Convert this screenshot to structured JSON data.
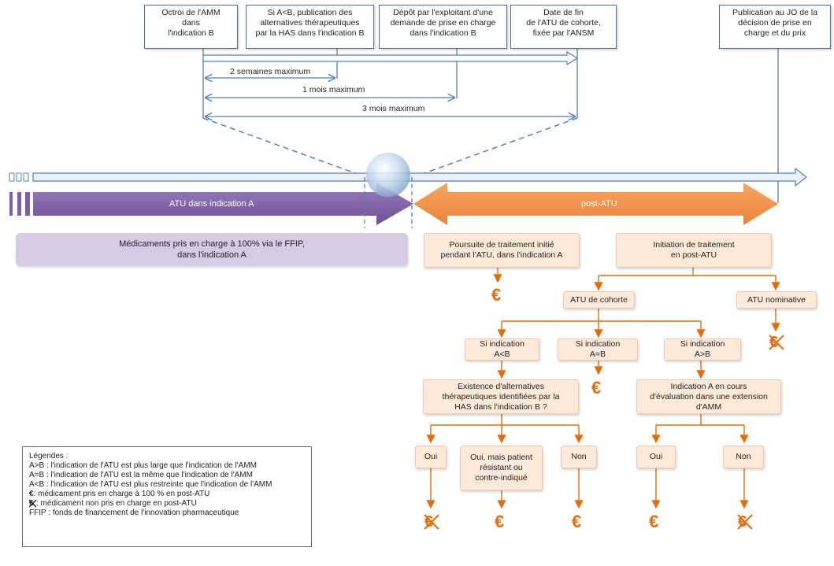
{
  "timeline": {
    "milestones": [
      "Octroi de l'AMM\ndans\nl'indication B",
      "Si A<B, publication des\nalternatives thérapeutiques\npar la HAS dans l'indication B",
      "Dépôt par l'exploitant d'une\ndemande de prise en charge\ndans l'indication B",
      "Date de fin\nde l'ATU de cohorte,\nfixée par l'ANSM",
      "Publication au JO de la\ndécision de prise en\ncharge et du prix"
    ],
    "durations": [
      "2 semaines maximum",
      "1 mois maximum",
      "3 mois maximum"
    ],
    "atu_arrow_label": "ATU dans indication A",
    "post_atu_label": "post-ATU"
  },
  "boxes": {
    "ffip": "Médicaments pris en charge à 100% via le FFIP,\ndans l'indication A",
    "poursuite": "Poursuite de traitement initié\npendant l'ATU, dans l'indication A",
    "initiation": "Initiation de traitement\nen post-ATU",
    "atu_cohorte": "ATU de cohorte",
    "atu_nominative": "ATU nominative",
    "si_a_lt_b": "Si indication\nA<B",
    "si_a_eq_b": "Si indication\nA=B",
    "si_a_gt_b": "Si indication\nA>B",
    "existence": "Existence d'alternatives\nthérapeutiques identifiées par la\nHAS dans l'indication B ?",
    "indication_eval": "Indication A en cours\nd'évaluation dans une extension\nd'AMM",
    "oui1": "Oui",
    "oui_mais": "Oui, mais patient\nrésistant ou\ncontre-indiqué",
    "non1": "Non",
    "oui2": "Oui",
    "non2": "Non"
  },
  "symbols": {
    "euro": "€"
  },
  "legend": {
    "title": "Légendes :",
    "lines": [
      "A>B : l'indication de l'ATU est plus large que l'indication de l'AMM",
      "A=B : l'indication  de l'ATU est la même que l'indication de l'AMM",
      "A<B : l'indication de l'ATU est plus restreinte que l'indication de l'AMM",
      ": médicament pris en charge à 100 % en post-ATU",
      ": médicament non pris en charge en post-ATU",
      "FFIP : fonds de financement de l'innovation pharmaceutique"
    ]
  },
  "colors": {
    "purple": "#7f5fa6",
    "orange": "#f79646",
    "blue_line": "#4f81bd",
    "peach": "#fde9d9",
    "lavender": "#d6cbe3"
  }
}
